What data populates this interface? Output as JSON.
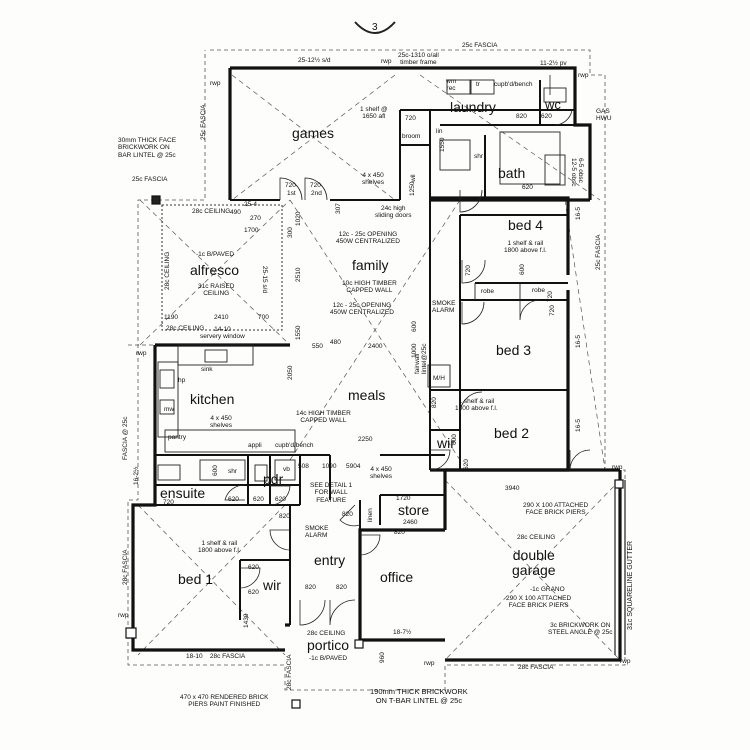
{
  "rooms": {
    "games": "games",
    "laundry": "laundry",
    "wc": "wc",
    "bath": "bath",
    "bed4": "bed 4",
    "family": "family",
    "alfresco": "alfresco",
    "bed3": "bed 3",
    "kitchen": "kitchen",
    "meals": "meals",
    "bed2": "bed 2",
    "ensuite": "ensuite",
    "pdr": "pdr",
    "wir_bed2": "wir",
    "store": "store",
    "bed1": "bed 1",
    "wir_bed1": "wir",
    "entry": "entry",
    "office": "office",
    "double_garage": "double\ngarage",
    "portico": "portico"
  },
  "notes": {
    "fascia_top": "25c FASCIA",
    "sd_top": "25-12½ s/d",
    "timber_frame": "25c-1310 o/all\ntimber frame",
    "pv_top": "11-2½ pv",
    "brickwork_face": "30mm THICK FACE\nBRICKWORK ON\nBAR LINTEL @ 25c",
    "fascia_left_upper": "25c FASCIA",
    "rwp_1": "rwp",
    "rwp_2": "rwp",
    "rwp_3": "rwp",
    "rwp_4": "rwp",
    "rwp_5": "rwp",
    "rwp_6": "rwp",
    "rwp_7": "rwp",
    "rwp_8": "rwp",
    "fascia_right_vert": "25c FASCIA",
    "fascia_left_vert": "25c FASCIA",
    "fascia_kitchen_vert": "FASCIA @ 25c",
    "games_shelf": "1 shelf @\n1650 afl",
    "games_shelves": "4 x 450\nshelves",
    "wm": "wm\nrec",
    "tr": "tr",
    "cupbd_bench": "cupb'd/bench",
    "gas_hwu": "GAS\nHWU",
    "broom": "broom",
    "lin": "lin",
    "wil": "wil",
    "shr_bath": "shr",
    "obsc": "6-5 obsc\n12-5 obsc",
    "ceiling_alfresco": "28c CEILING",
    "ceiling_alfresco_left": "28c CEILING",
    "ceiling_alfresco_bottom": "28c CEILING",
    "paved": "-1c B/PAVED",
    "raised_ceiling": "31c RAISED\nCEILING",
    "sd_alfresco": "25-15 s/d",
    "sliding_doors": "24c high\nsliding doors",
    "opening_top": "12c - 25c OPENING\n450W CENTRALIZED",
    "timber_wall_family": "10c HIGH TIMBER\nCAPPED WALL",
    "opening_bottom": "12c - 25c OPENING\n450W CENTRALIZED",
    "servery": "14-10\nservery window",
    "smoke_alarm_top": "SMOKE\nALARM",
    "bed4_shelf": "1 shelf & rail\n1800 above f.l.",
    "robe_1": "robe",
    "robe_2": "robe",
    "sink": "sink",
    "hp": "hp",
    "mw": "mw",
    "kitchen_shelves": "4 x 450\nshelves",
    "pantry": "pantry",
    "timber_wall_meals": "14c HIGH TIMBER\nCAPPED WALL",
    "appli": "appli",
    "cupbd_bench_kitchen": "cupb'd/bench",
    "fairwall_lintel": "fairwall\nlintel@25c",
    "mh": "M/H",
    "bed2_shelf": "1 shelf & rail\n1800 above f.l.",
    "shr_ensuite": "shr",
    "vb": "vb",
    "store_shelves": "4 x 450\nshelves",
    "detail": "SEE DETAIL 1\nFOR WALL\nFEATURE",
    "linen": "linen",
    "smoke_alarm_entry": "SMOKE\nALARM",
    "brick_piers_top": "290 X 100 ATTACHED\nFACE BRICK PIERS",
    "ceiling_garage": "28c CEILING",
    "grano": "-1c GRANO",
    "brick_piers_mid": "290 X 100 ATTACHED\nFACE BRICK PIERS",
    "steel_angle": "3c BRICKWORK ON\nSTEEL ANGLE @ 25c",
    "gutter": "31c SQUARELINE GUTTER",
    "bed1_shelf": "1 shelf & rail\n1800 above f.l.",
    "ceiling_portico": "28c CEILING",
    "paved_portico": "-1c B/PAVED",
    "fascia_bottom_left": "18-10    28c FASCIA",
    "fascia_bottom_right": "28c FASCIA",
    "fascia_bed1_vert": "28c FASCIA",
    "fascia_portico_vert": "28c FASCIA",
    "brick_piers_note": "470 x 470 RENDERED BRICK\nPIERS PAINT FINISHED",
    "brickwork_bottom": "190mm THICK BRICKWORK\nON T-BAR LINTEL @ 25c",
    "sheet_marker": "3"
  },
  "dims": {
    "d720_games": "720",
    "d720_a": "720",
    "d720_b": "720",
    "first": "1st",
    "second": "2nd",
    "d620_wc": "620",
    "d820_laundry": "820",
    "d1550": "1550",
    "d1250": "1250",
    "d620_bath": "620",
    "d25_4": "25-4",
    "d490": "490",
    "d270": "270",
    "d1700": "1700",
    "d300": "300",
    "d1020": "1020",
    "d307": "307",
    "d2510": "2510",
    "d1550_b": "1550",
    "d550": "550",
    "d480": "480",
    "d2400": "2400",
    "d2410": "2410",
    "d1190": "1190",
    "d700": "700",
    "d600_family": "600",
    "d1000": "1000",
    "d16_5_a": "16-5",
    "d16_5_b": "16-5",
    "d16_5_c": "16-5",
    "d720_bed4": "720",
    "d720_bed3": "720",
    "d720_bed2": "720",
    "d820_bed": "820",
    "d2050": "2050",
    "d2250": "2250",
    "d600_e": "600",
    "d600_f": "600",
    "d620_a": "620",
    "d620_b": "620",
    "d620_c": "620",
    "d820_a": "820",
    "d820_b": "820",
    "d820_c": "820",
    "d820_d": "820",
    "d820_e": "820",
    "d508": "508",
    "d1090": "1090",
    "d5904": "5904",
    "d1720": "1720",
    "d2460": "2460",
    "d3940": "3940",
    "d16_2": "16-2½",
    "d620_bed1": "620",
    "d620_wir": "620",
    "d1430": "1430",
    "d18_7": "18-7½",
    "d960": "960",
    "d720_ens": "720",
    "d620_pdr": "620",
    "d600_wir": "600"
  }
}
